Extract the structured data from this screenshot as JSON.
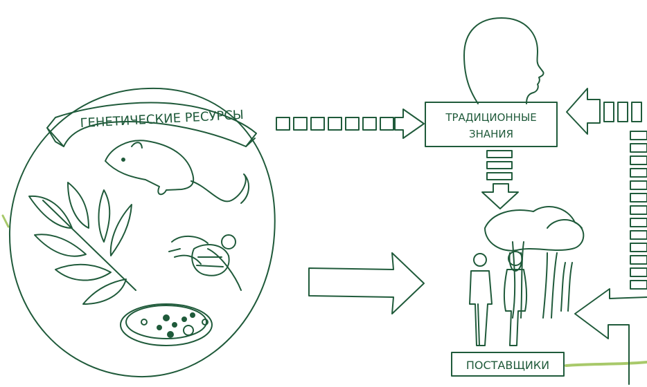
{
  "palette": {
    "ink": "#1f5a3a",
    "accent_green": "#a8c96a",
    "background": "#ffffff"
  },
  "labels": {
    "genetic_resources": "ГЕНЕТИЧЕСКИЕ РЕСУРСЫ",
    "traditional_knowledge_line1": "ТРАДИЦИОННЫЕ",
    "traditional_knowledge_line2": "ЗНАНИЯ",
    "providers": "ПОСТАВЩИКИ"
  },
  "icons": [
    "mouse-icon",
    "leaf-icon",
    "bee-icon",
    "petri-dish-icon",
    "human-head-icon",
    "people-icon",
    "trees-icon"
  ]
}
